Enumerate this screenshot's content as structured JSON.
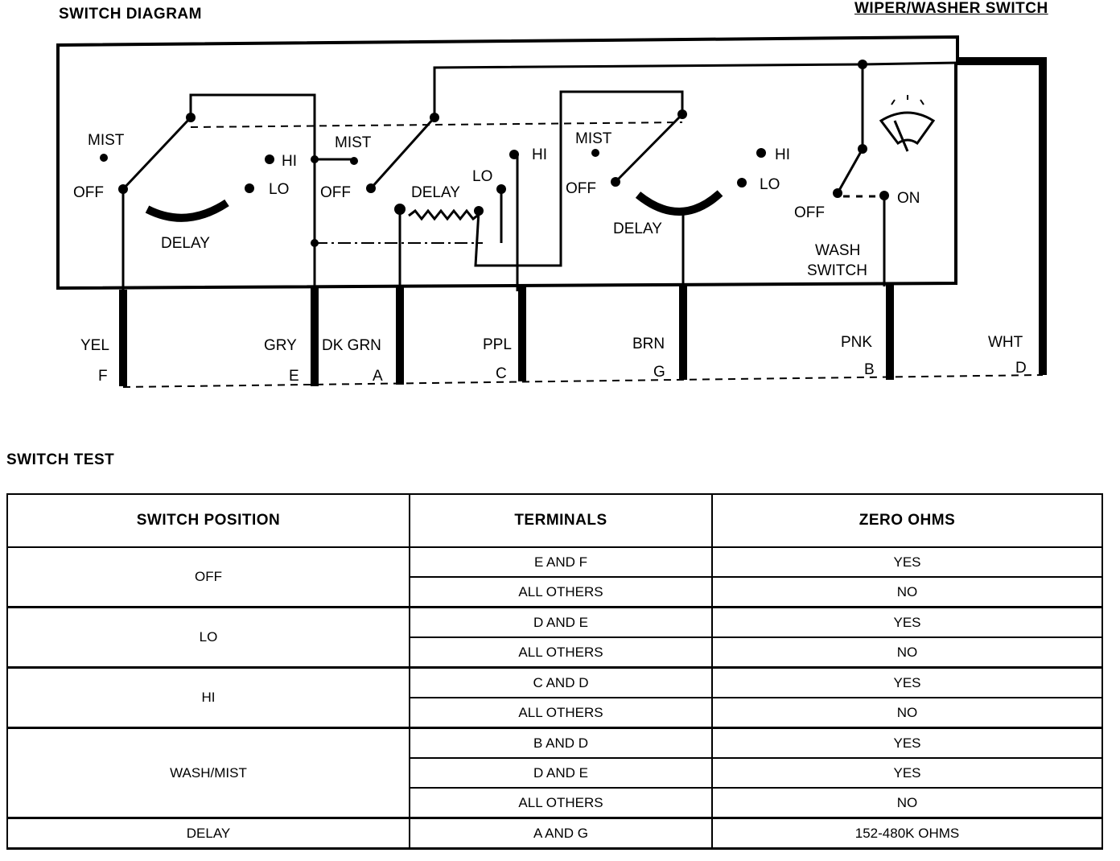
{
  "titles": {
    "diagram": "SWITCH DIAGRAM",
    "switch_name": "WIPER/WASHER SWITCH",
    "test": "SWITCH TEST"
  },
  "diagram": {
    "labels": {
      "mist1": "MIST",
      "off1": "OFF",
      "hi1": "HI",
      "lo1": "LO",
      "delay1": "DELAY",
      "mist2": "MIST",
      "off2": "OFF",
      "delay2": "DELAY",
      "lo2": "LO",
      "hi2": "HI",
      "mist3": "MIST",
      "off3": "OFF",
      "hi3": "HI",
      "lo3": "LO",
      "delay3": "DELAY",
      "off4": "OFF",
      "on4": "ON",
      "wash": "WASH",
      "switch": "SWITCH"
    },
    "wires": [
      {
        "color": "YEL",
        "terminal": "F"
      },
      {
        "color": "GRY",
        "terminal": "E"
      },
      {
        "color": "DK GRN",
        "terminal": "A"
      },
      {
        "color": "PPL",
        "terminal": "C"
      },
      {
        "color": "BRN",
        "terminal": "G"
      },
      {
        "color": "PNK",
        "terminal": "B"
      },
      {
        "color": "WHT",
        "terminal": "D"
      }
    ]
  },
  "table": {
    "headers": [
      "SWITCH POSITION",
      "TERMINALS",
      "ZERO OHMS"
    ],
    "groups": [
      {
        "position": "OFF",
        "rows": [
          {
            "terminals": "E AND F",
            "zero_ohms": "YES"
          },
          {
            "terminals": "ALL OTHERS",
            "zero_ohms": "NO"
          }
        ]
      },
      {
        "position": "LO",
        "rows": [
          {
            "terminals": "D AND E",
            "zero_ohms": "YES"
          },
          {
            "terminals": "ALL OTHERS",
            "zero_ohms": "NO"
          }
        ]
      },
      {
        "position": "HI",
        "rows": [
          {
            "terminals": "C AND D",
            "zero_ohms": "YES"
          },
          {
            "terminals": "ALL OTHERS",
            "zero_ohms": "NO"
          }
        ]
      },
      {
        "position": "WASH/MIST",
        "rows": [
          {
            "terminals": "B AND D",
            "zero_ohms": "YES"
          },
          {
            "terminals": "D AND E",
            "zero_ohms": "YES"
          },
          {
            "terminals": "ALL OTHERS",
            "zero_ohms": "NO"
          }
        ]
      },
      {
        "position": "DELAY",
        "rows": [
          {
            "terminals": "A AND G",
            "zero_ohms": "152-480K OHMS"
          }
        ]
      }
    ]
  }
}
